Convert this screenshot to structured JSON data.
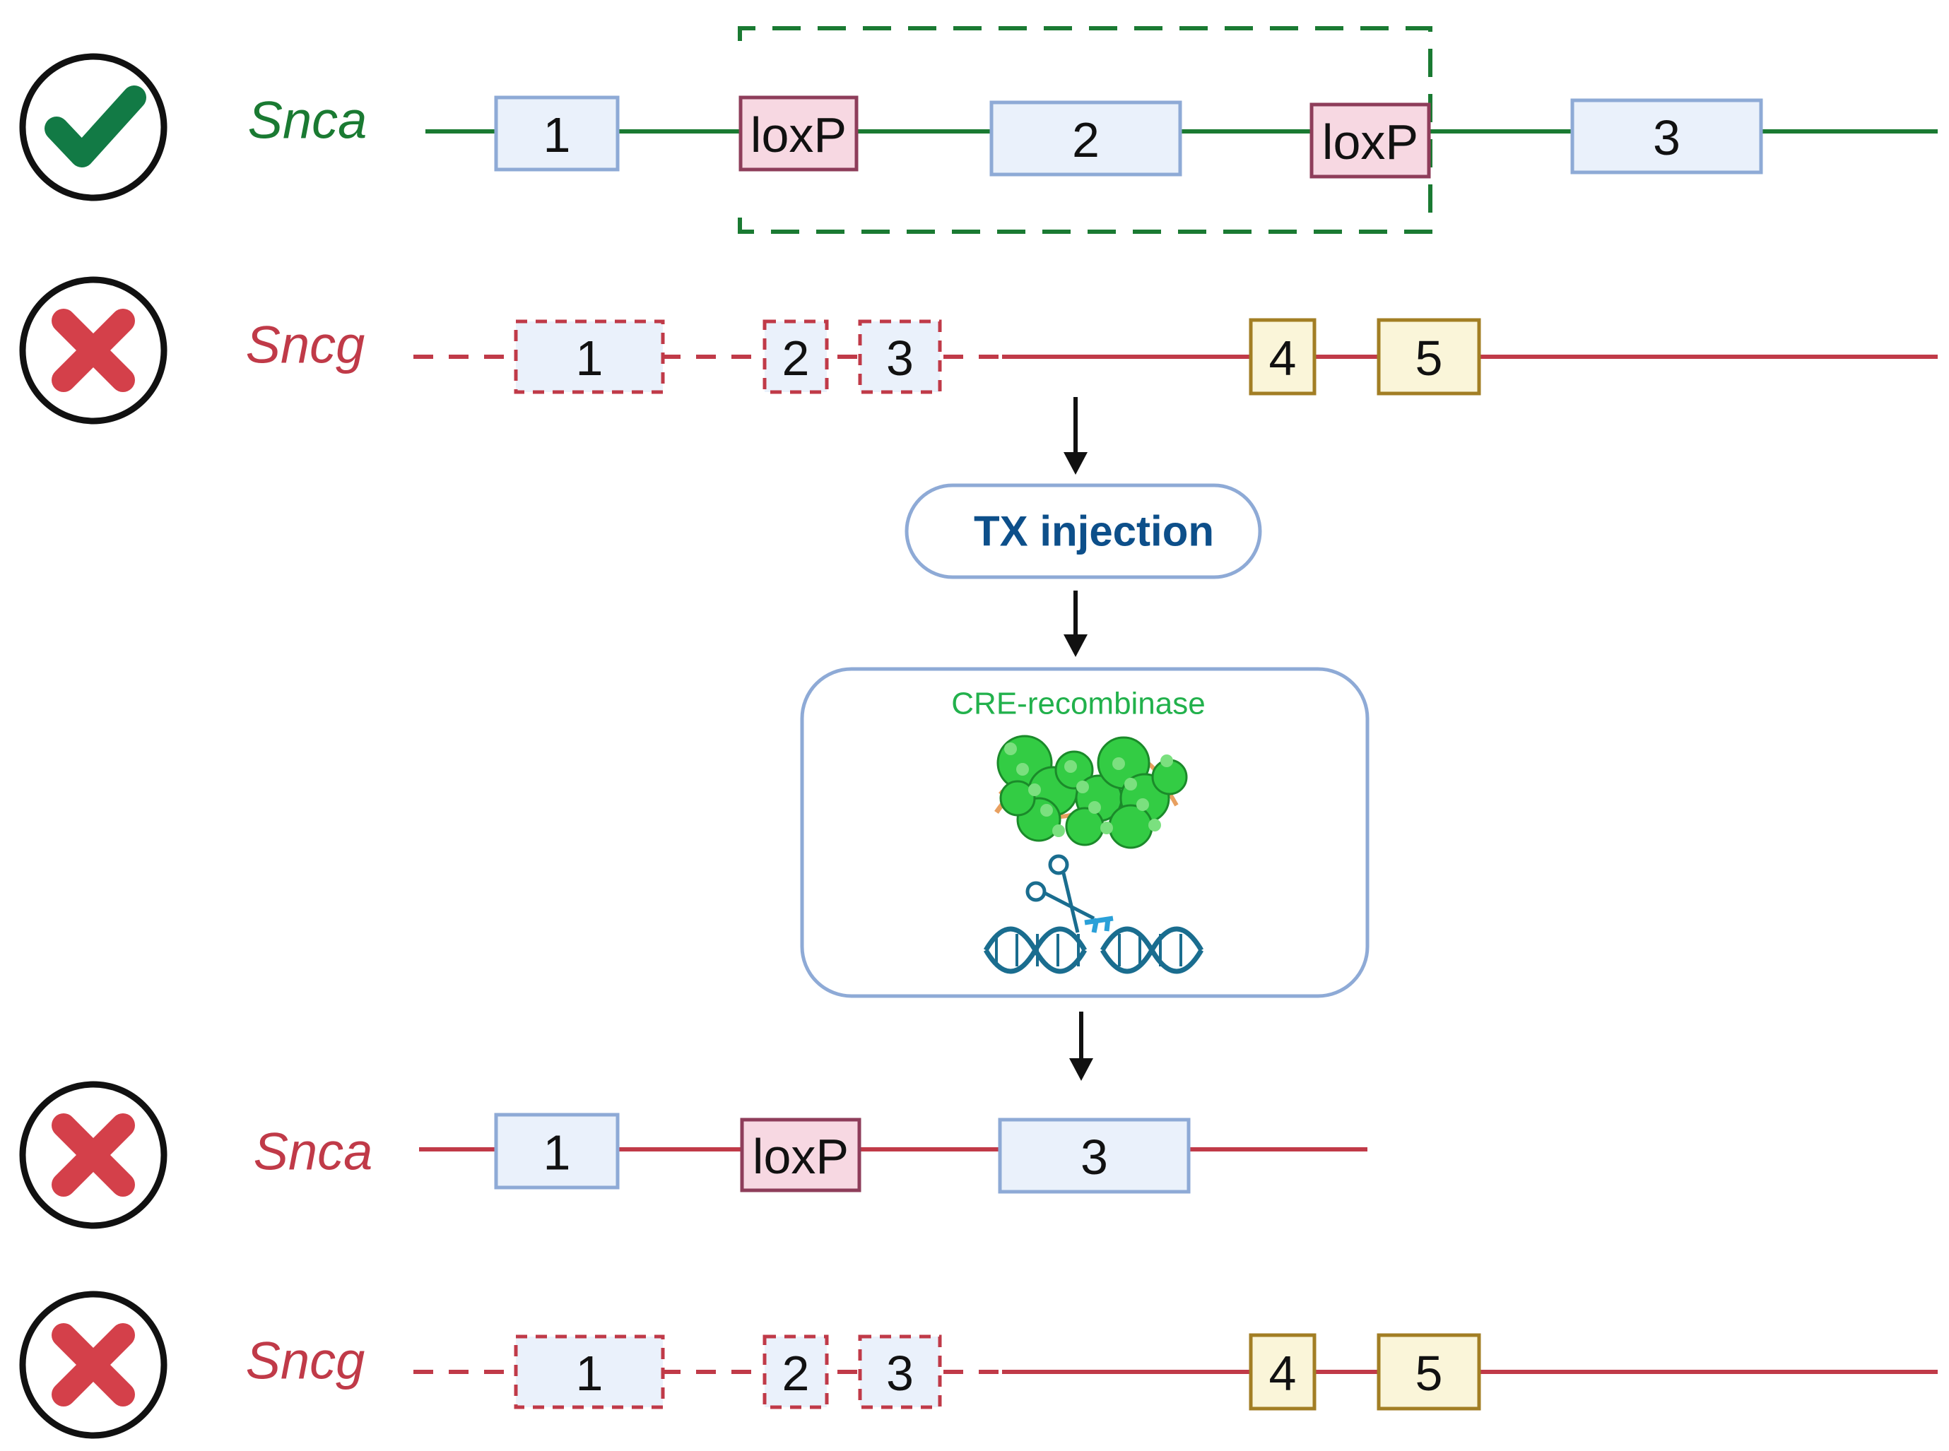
{
  "colors": {
    "intact": "#1a7a32",
    "deleted": "#c03a48",
    "check": "#127a45",
    "cross": "#d4404a",
    "exon_fill": "#eaf1fb",
    "exon_stroke": "#8eaad6",
    "loxp_fill": "#f7d8e2",
    "loxp_stroke": "#8e3d5a",
    "gold_fill": "#faf5d9",
    "gold_stroke": "#a27e24",
    "step_text": "#0d4f8a",
    "box_stroke": "#8eaad6",
    "enzyme_text": "#22b14c",
    "dna": "#1a6d8f",
    "arrow": "#111111"
  },
  "rows": [
    {
      "status": "check-icon",
      "gene": "Snca",
      "color": "intact",
      "segments": [
        "1",
        "loxP",
        "2",
        "loxP",
        "3"
      ]
    },
    {
      "status": "cross-icon",
      "gene": "Sncg",
      "color": "deleted",
      "absent_exons": [
        "1",
        "2",
        "3"
      ],
      "exons": [
        "4",
        "5"
      ]
    },
    {
      "status": "cross-icon",
      "gene": "Snca",
      "color": "deleted",
      "segments": [
        "1",
        "loxP",
        "3"
      ]
    },
    {
      "status": "cross-icon",
      "gene": "Sncg",
      "color": "deleted",
      "absent_exons": [
        "1",
        "2",
        "3"
      ],
      "exons": [
        "4",
        "5"
      ]
    }
  ],
  "steps": {
    "injection": "TX injection",
    "enzyme": "CRE-recombinase",
    "enzyme_icon": "protein-structure-icon",
    "cut_icon": "scissors-dna-icon"
  }
}
